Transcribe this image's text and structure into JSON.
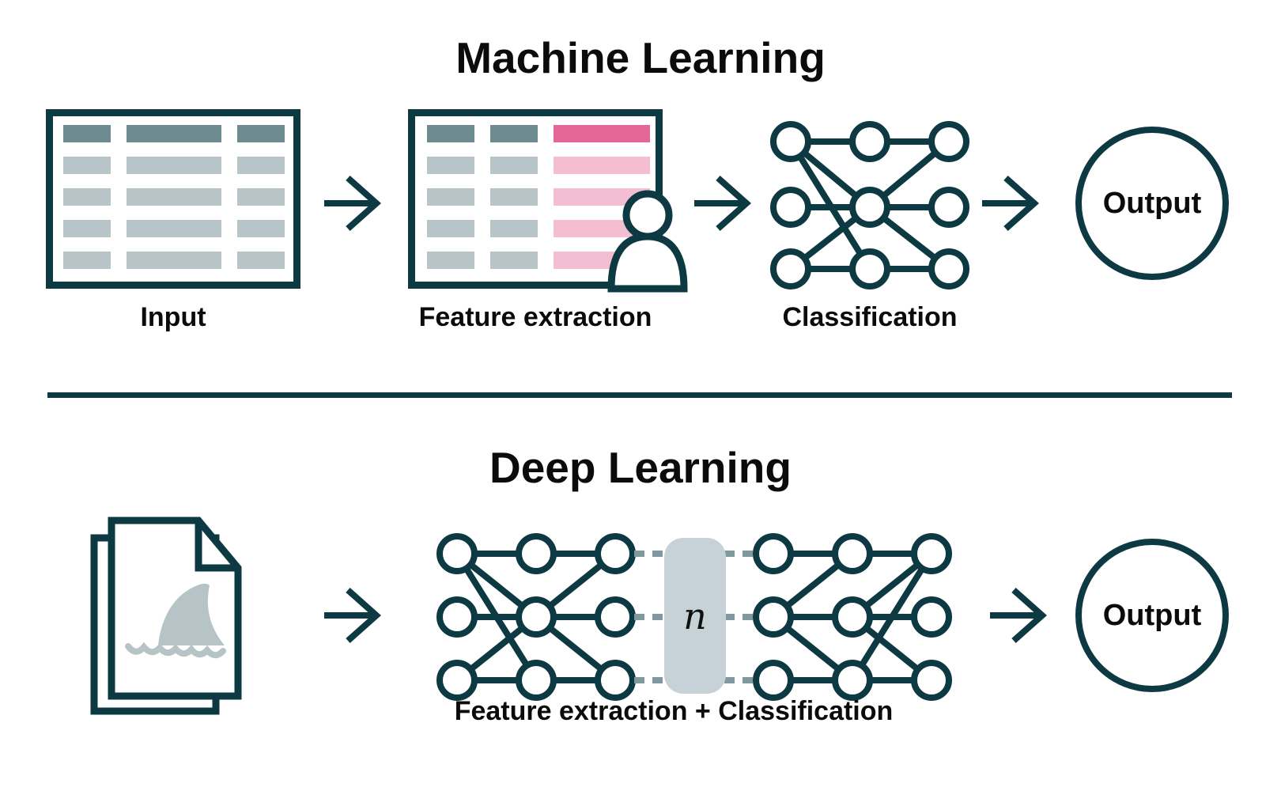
{
  "page": {
    "background": "#ffffff"
  },
  "colors": {
    "stroke_dark_teal": "#0d3a42",
    "text_black": "#0b0b0b",
    "table_header_gray": "#6d8b90",
    "table_row_gray": "#b7c5c9",
    "table_header_pink": "#e4679a",
    "table_row_pink": "#f3bdd2",
    "shark_fin_gray": "#b6c4c8",
    "n_block_gray": "#c6d2d7",
    "dash_gray": "#7f999e"
  },
  "ml_section": {
    "title": "Machine Learning",
    "steps": [
      {
        "label": "Input",
        "icon": "data-table-icon"
      },
      {
        "label": "Feature extraction",
        "icon": "highlighted-table-person-icon"
      },
      {
        "label": "Classification",
        "icon": "neural-network-icon"
      }
    ],
    "output_label": "Output"
  },
  "dl_section": {
    "title": "Deep Learning",
    "input_icon": "shark-documents-icon",
    "hidden_layers_label": "n",
    "combined_label": "Feature extraction + Classification",
    "output_label": "Output"
  }
}
